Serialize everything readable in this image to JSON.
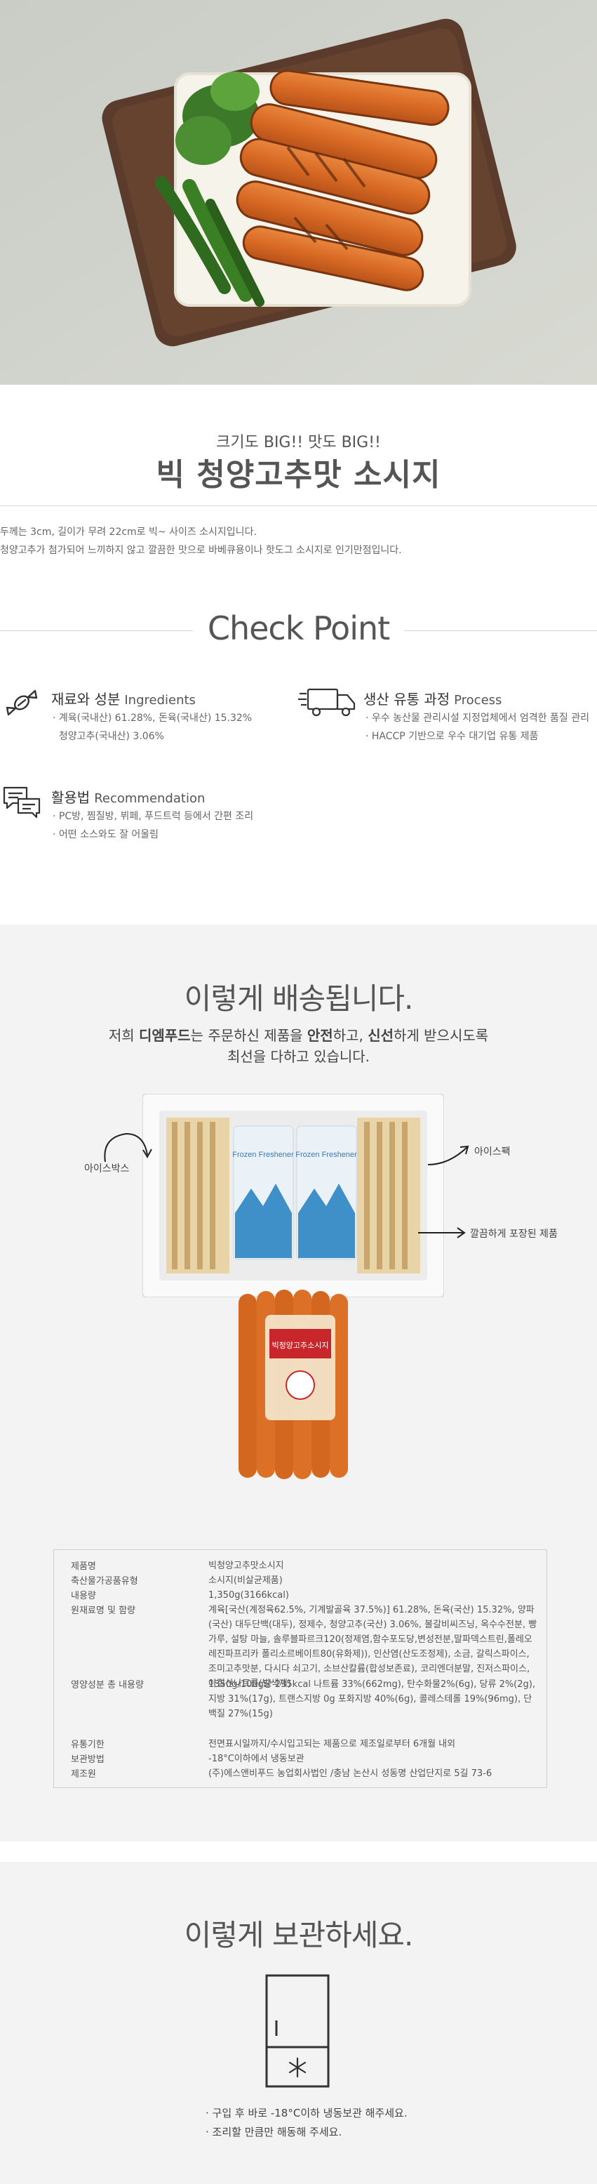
{
  "hero": {},
  "intro": {
    "subtitle": "크기도 BIG!!   맛도 BIG!!",
    "title": "빅 청양고추맛 소시지",
    "desc_lines": [
      "두께는 3cm, 길이가 무려 22cm로 빅~ 사이즈 소시지입니다.",
      "청양고추가 첨가되어 느끼하지 않고 깔끔한 맛으로 바베큐용이나 핫도그 소시지로 인기만점입니다."
    ]
  },
  "checkpoint": {
    "title": "Check Point",
    "features": [
      {
        "icon": "candy-icon",
        "title": "재료와 성분",
        "en": "Ingredients",
        "items": [
          "· 계육(국내산) 61.28%, 돈육(국내산) 15.32%",
          "  청양고추(국내산) 3.06%"
        ]
      },
      {
        "icon": "delivery-truck-icon",
        "title": "생산 유통 과정",
        "en": "Process",
        "items": [
          "· 우수 농산물 관리시설 지정업체에서 엄격한 품질 관리",
          "· HACCP 기반으로 우수 대기업 유통 제품"
        ]
      },
      {
        "icon": "chat-bubbles-icon",
        "title": "활용법",
        "en": "Recommendation",
        "items": [
          "· PC방, 찜질방, 뷔페, 푸드트럭 등에서 간편 조리",
          "· 어떤 소스와도 잘 어울림"
        ]
      }
    ]
  },
  "shipping": {
    "title": "이렇게 배송됩니다.",
    "desc_line1_a": "저희 ",
    "brand": "디엠푸드",
    "desc_line1_b": "는 주문하신 제품을 ",
    "safe": "안전",
    "desc_line1_c": "하고, ",
    "fresh": "신선",
    "desc_line1_d": "하게 받으시도록",
    "desc_line2": "최선을 다하고 있습니다.",
    "label_icebox": "아이스박스",
    "label_icepack": "아이스팩",
    "label_wrapped": "깔끔하게 포장된 제품",
    "icepack_text": "Frozen Freshener",
    "package_label": "빅청양고추소시지"
  },
  "product_table": [
    {
      "k": "제품명",
      "v": "빅청양고추맛소시지"
    },
    {
      "k": "축산물가공품유형",
      "v": "소시지(비살균제품)"
    },
    {
      "k": "내용량",
      "v": "1,350g(3166kcal)"
    },
    {
      "k": "원재료명 및 함량",
      "v": "계육[국산(계정육62.5%, 기계발골육 37.5%)] 61.28%, 돈육(국산) 15.32%, 양파(국산) 대두단백(대두), 정제수, 청양고추(국산) 3.06%, 볼갈비씨즈닝, 옥수수전분, 빵가루, 설탕 마늘, 솔루블파르크120(정제염,함수포도당,변성전분,말파덱스트린,폴레오레진파프리카 폴리소르베이트80(유화제)), 인산염(산도조정제), 소금, 갈릭스파이스, 조미고추맛분, 다시다 쇠고기, 소브산칼륨(합성보존료), 코리엔더분말, 진저스파이스, 아질산나트륨(발색제)"
    },
    {
      "k": "영양성분 총 내용량",
      "v": "1350g/100g당 235kcal 나트륨 33%(662mg), 탄수화물2%(6g), 당류 2%(2g), 지방 31%(17g), 트랜스지방 0g 포화지방 40%(6g), 콜레스테롤 19%(96mg), 단백질 27%(15g)"
    },
    {
      "k": "유통기한",
      "v": "전면표시일까지/수시입고되는 제품으로 제조일로부터 6개월 내외"
    },
    {
      "k": "보관방법",
      "v": "-18°C이하에서 냉동보관"
    },
    {
      "k": "제조원",
      "v": "(주)에스앤비푸드 농업회사법인 /충남 논산시 성동명 산업단지로 5길 73-6"
    }
  ],
  "storage": {
    "title": "이렇게 보관하세요.",
    "notes": [
      "· 구입 후 바로 -18°C이하 냉동보관 해주세요.",
      "· 조리할 만큼만 해동해 주세요."
    ]
  }
}
